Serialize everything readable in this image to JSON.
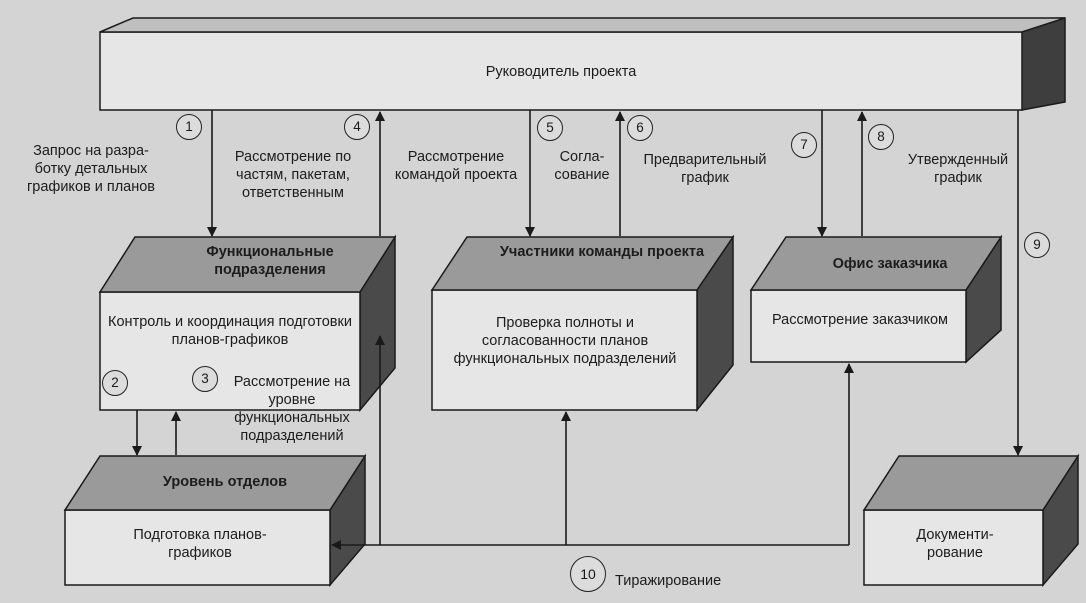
{
  "boxes": {
    "manager": {
      "front": "Руководитель проекта"
    },
    "functional": {
      "top": "Функциональные подразделения",
      "front": "Контроль и координация подготовки планов-графиков"
    },
    "team": {
      "top": "Участники команды проекта",
      "front": "Проверка полноты и согласованности планов функциональных подразделений"
    },
    "customer": {
      "top": "Офис заказчика",
      "front": "Рассмотрение заказчиком"
    },
    "departments": {
      "top": "Уровень отделов",
      "front": "Подготовка планов-графиков"
    },
    "documentation": {
      "front": "Документи-рование"
    }
  },
  "steps": {
    "s1": {
      "num": "1",
      "label": "Запрос на разра-ботку детальных графиков и планов"
    },
    "s1b": {
      "label": "Рассмотрение по частям, пакетам, ответственным"
    },
    "s2": {
      "num": "2"
    },
    "s3": {
      "num": "3",
      "label": "Рассмотрение на уровне функциональных подразделений"
    },
    "s4": {
      "num": "4",
      "label": "Рассмотрение командой проекта"
    },
    "s5": {
      "num": "5"
    },
    "s6": {
      "num": "6",
      "label": "Согла-сование"
    },
    "s7": {
      "num": "7",
      "label": "Предварительный график"
    },
    "s8": {
      "num": "8",
      "label": "Утвержденный график"
    },
    "s9": {
      "num": "9"
    },
    "s10": {
      "num": "10",
      "label": "Тиражирование"
    }
  }
}
